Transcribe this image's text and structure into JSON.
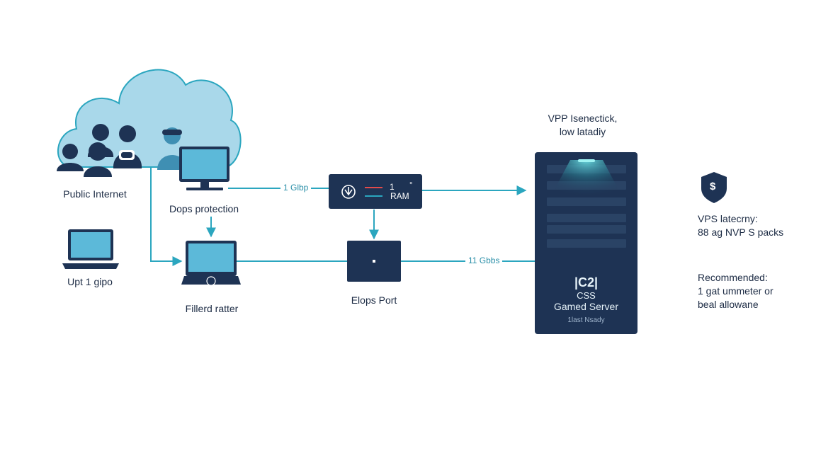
{
  "labels": {
    "public_internet": "Public Internet",
    "ddos_protection": "Dops protection",
    "uplink": "Upt 1 gipo",
    "filtered_router": "Fillerd ratter",
    "elops_port": "Elops Port",
    "link_1gbps": "1 Glbp",
    "link_11gbps": "11 Gbbs"
  },
  "switch": {
    "digit": "1",
    "ram": "RAM",
    "degree": "°"
  },
  "server": {
    "title": "|C2|",
    "line1": "CSS",
    "line2": "Gamed Server",
    "line3": "1last Nsady"
  },
  "server_caption": [
    "VPP Isenectick,",
    "low latadiy"
  ],
  "shield_symbol": "$",
  "vps_note": [
    "VPS latecrny:",
    "88 ag NVP S packs"
  ],
  "recommended_note": [
    "Recommended:",
    "1 gat ummeter or",
    "beal allowane"
  ],
  "colors": {
    "navy": "#1e3354",
    "teal": "#2ba6bf",
    "cloud": "#a9d8ea",
    "screen": "#5cb9d9",
    "people": "#1e3354"
  },
  "icons": [
    "cloud-icon",
    "people-icon",
    "monitor-icon",
    "laptop-icon",
    "router-icon",
    "switch-icon",
    "port-icon",
    "server-icon",
    "shield-icon"
  ]
}
